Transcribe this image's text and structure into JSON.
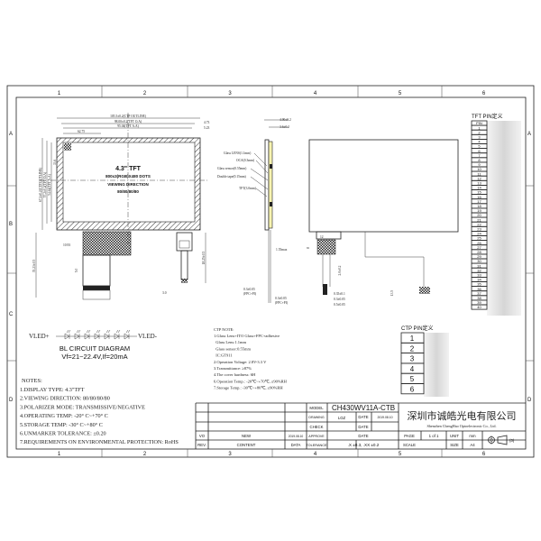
{
  "frame": {
    "columns": [
      "1",
      "2",
      "3",
      "4",
      "5",
      "6"
    ],
    "rows_left": [
      "A",
      "B",
      "C",
      "D"
    ],
    "rows_right": [
      "A",
      "D"
    ]
  },
  "front_view": {
    "title": "4.3\" TFT",
    "dots": "800x3(RGB)X480 DOTS",
    "viewing_label": "VIEWING DIRECTION",
    "viewing_value": "80/80/80/80",
    "dims": [
      "105.5±0.2(CTP OUTLINE)",
      "98.00±0.2(TFT O.A)",
      "95.04(TFT A.A)",
      "62.75",
      "4.73",
      "5.23",
      "67.2±0.2(CTP OUTLINE)",
      "57.2±0.2(TFT O.A)",
      "54.64(TFT A.A)",
      "33.6",
      "10.93",
      "35.23±0.5",
      "5.0",
      "18.25±0.5",
      "3.0"
    ]
  },
  "side_view": {
    "dims": [
      "4.90±0.2",
      "3.6±0.2",
      "1.55max",
      "0.3±0.05",
      "0.3±0.05"
    ],
    "labels": [
      "Glass LENS(1.1mm)",
      "OCA(0.3mm)",
      "Glass sensor(0.55mm)",
      "Double tape(0.15mm)",
      "TFT(3.0mm)"
    ],
    "fpc_labels": [
      "(FPC+PI)",
      "(FPC+PI)"
    ]
  },
  "back_view": {
    "dims": [
      "12",
      "8",
      "2.0±0.2",
      "0.35±0.1",
      "0.3±0.05",
      "0.5±0.05",
      "13.5"
    ]
  },
  "bl_circuit": {
    "vled_plus": "VLED+",
    "vled_minus": "VLED-",
    "led_count": 7,
    "title": "BL CIRCUIT DIAGRAM",
    "spec": "Vf=21~22.4V,If=20mA"
  },
  "notes": {
    "title": "NOTES:",
    "items": [
      "1.DISPLAY TYPE:  4.3\"TFT",
      "2.VIEWING DIRECTION: 80/80/80/80",
      "3.POLARIZER MODE: TRANSMISSIVE/NEGATIVE",
      "4.OPERATING TEMP: -20° C~+70° C",
      "5.STORAGE TEMP: -30° C~+80° C",
      "6.UNMARKER TOLERANCE: ±0.20",
      "7.REQUIREMENTS ON ENVIRONMENTAL PROTECTION: RoHS"
    ]
  },
  "ctp_note": {
    "title": "CTP NOTE:",
    "items": [
      "1.Glass Lens+ITO Glass+FPC+adhesive",
      "  Glass Lens:1.1mm",
      "  Glass sensor:0.55mm",
      "  IC:GT911",
      "2.Operation Voltage: 2.8V-3.3 V",
      "3.Transmittance: ≥87%",
      "4.The cover hardness: 6H",
      "6.Operation Temp.: -20℃~+70℃, ≤90%RH",
      "7.Storage Temp.: -30℃~+80℃, ≤90%RH"
    ]
  },
  "ctp_pin": {
    "title": "CTP PIN定义",
    "pins": [
      "1",
      "2",
      "3",
      "4",
      "5",
      "6"
    ]
  },
  "tft_pin": {
    "title": "TFT PIN定义",
    "header": "PIN",
    "pins": [
      "1",
      "2",
      "3",
      "4",
      "5",
      "6",
      "7",
      "8",
      "9",
      "10",
      "11",
      "12",
      "13",
      "14",
      "15",
      "16",
      "17",
      "18",
      "19",
      "20",
      "21",
      "22",
      "23",
      "24",
      "25",
      "26",
      "27",
      "28",
      "29",
      "30",
      "31",
      "32",
      "33",
      "34",
      "35",
      "36",
      "37",
      "38",
      "39",
      "40"
    ]
  },
  "title_block": {
    "rev_value": "VO",
    "content_value": "NEW",
    "data_value": "2019.08.10",
    "rev_label": "REV.",
    "content_label": "CONTENT",
    "data_label": "DATA",
    "model_label": "MODEL",
    "model_value": "CH430WV11A-CTB",
    "drawing_label": "DRAWING",
    "drawing_value": "LGZ",
    "check_label": "CHECK",
    "approve_label": "APPROVE",
    "date_label": "DATE",
    "drawing_date": "2019.08.10",
    "tolerance_label": "TOLERANCE",
    "tolerance_value": ".X ±0.3, .XX ±0.2",
    "company_cn": "深圳市诚皓光电有限公司",
    "company_en": "Shenzhen ChengHao Optoelectronic Co., Ltd.",
    "page_label": "PAGE",
    "page_value": "1 of 1",
    "unit_label": "UNIT",
    "unit_value": "mm",
    "scale_label": "SCALE",
    "size_label": "SIZE",
    "size_value": "A4",
    "projection_note": "(3)"
  }
}
